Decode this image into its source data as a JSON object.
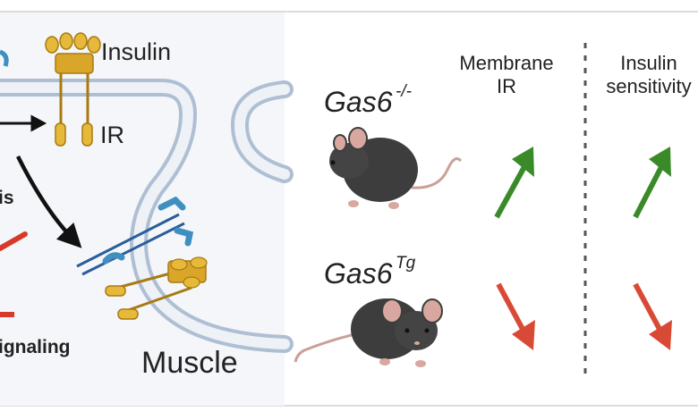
{
  "labels": {
    "insulin": "Insulin",
    "ir": "IR",
    "is": "is",
    "signaling": "ignaling",
    "muscle": "Muscle",
    "mouse_ko_base": "Gas6",
    "mouse_ko_sup": "-/-",
    "mouse_tg_base": "Gas6",
    "mouse_tg_sup": "Tg",
    "col_membrane_line1": "Membrane",
    "col_membrane_line2": "IR",
    "col_insulin_line1": "Insulin",
    "col_insulin_line2": "sensitivity"
  },
  "results": {
    "gas6_ko": {
      "membrane_ir": "up",
      "insulin_sensitivity": "up"
    },
    "gas6_tg": {
      "membrane_ir": "down",
      "insulin_sensitivity": "down"
    }
  },
  "colors": {
    "up_arrow": "#3b8a2a",
    "down_arrow": "#d94a36",
    "membrane": "#b8c8dc",
    "receptor_gold": "#d9a62a",
    "axl_blue": "#3f8fc0",
    "inhibition_red": "#d63a2a",
    "mouse_body": "#3d3d3d",
    "mouse_pink": "#d8a8a0"
  }
}
